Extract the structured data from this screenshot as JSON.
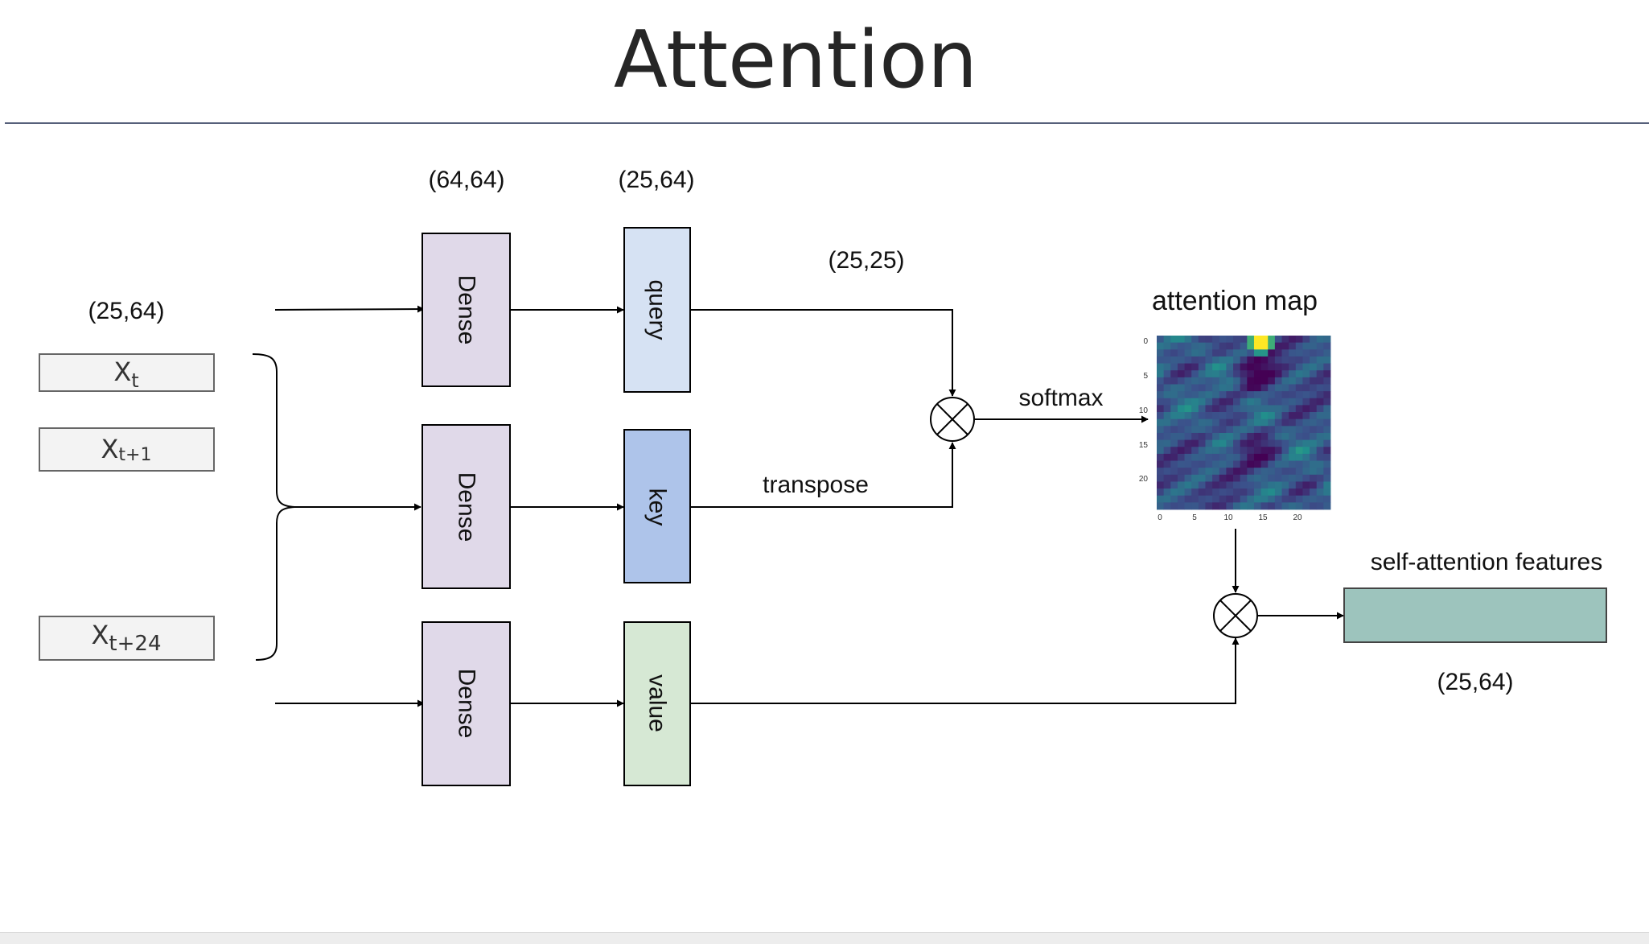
{
  "title": "Attention",
  "labels": {
    "input_shape": "(25,64)",
    "dense_shape": "(64,64)",
    "qkv_shape": "(25,64)",
    "attn_shape": "(25,25)",
    "output_shape": "(25,64)",
    "transpose": "transpose",
    "softmax": "softmax",
    "attention_map": "attention map",
    "self_attention_features": "self-attention features"
  },
  "inputs": [
    {
      "base": "X",
      "sub": "t"
    },
    {
      "base": "X",
      "sub": "t+1"
    },
    {
      "base": "X",
      "sub": "t+24"
    }
  ],
  "dense": [
    "Dense",
    "Dense",
    "Dense"
  ],
  "qkv": [
    "query",
    "key",
    "value"
  ],
  "colors": {
    "dense": "#e0d9e9",
    "query": "#d6e2f3",
    "key": "#aec4ea",
    "value": "#d6e8d4",
    "output": "#9dc4bd",
    "input": "#f3f3f3"
  },
  "attention_map_ticks": {
    "x": [
      "0",
      "5",
      "10",
      "15",
      "20"
    ],
    "y": [
      "0",
      "5",
      "10",
      "15",
      "20"
    ]
  }
}
